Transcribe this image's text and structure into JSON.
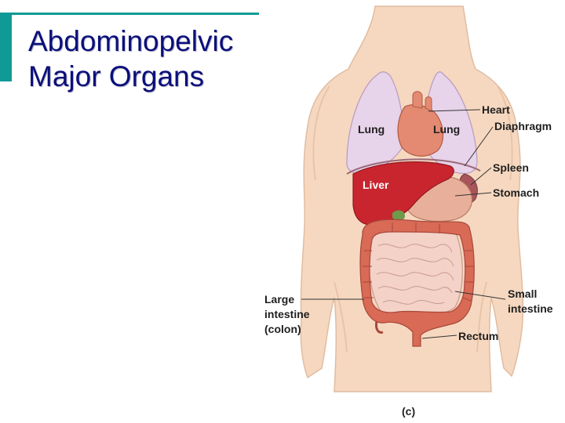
{
  "slide": {
    "title_line1": "Abdominopelvic",
    "title_line2": "Major Organs"
  },
  "figure": {
    "labels": {
      "heart": "Heart",
      "diaphragm": "Diaphragm",
      "lung_left": "Lung",
      "lung_right": "Lung",
      "spleen": "Spleen",
      "liver": "Liver",
      "stomach": "Stomach",
      "large_intestine_1": "Large",
      "large_intestine_2": "intestine",
      "large_intestine_3": "(colon)",
      "small_intestine_1": "Small",
      "small_intestine_2": "intestine",
      "rectum": "Rectum",
      "panel": "(c)"
    },
    "colors": {
      "accent": "#0f9a96",
      "title": "#0b0f7a",
      "skin": "#f6d8c0",
      "lung": "#e7d3ea",
      "liver": "#c9252e",
      "heart": "#e48a72",
      "stomach": "#e8b09a",
      "colon": "#d86a56",
      "small_intestine": "#f4d2c8"
    }
  }
}
